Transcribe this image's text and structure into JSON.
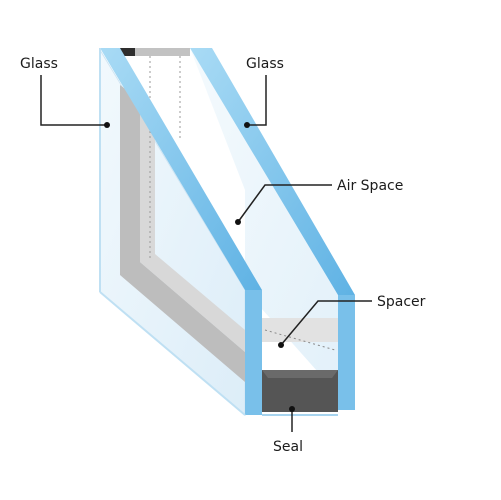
{
  "diagram": {
    "labels": {
      "glass_left": "Glass",
      "glass_right": "Glass",
      "air_space": "Air Space",
      "spacer": "Spacer",
      "seal": "Seal"
    },
    "colors": {
      "glass_fill": "#e6f3fb",
      "glass_edge": "#7fc3ea",
      "glass_edge_dark": "#4aa6de",
      "spacer_grey": "#b9b9b9",
      "seal_dark": "#4e4e4e",
      "leader_line": "#222222"
    }
  }
}
